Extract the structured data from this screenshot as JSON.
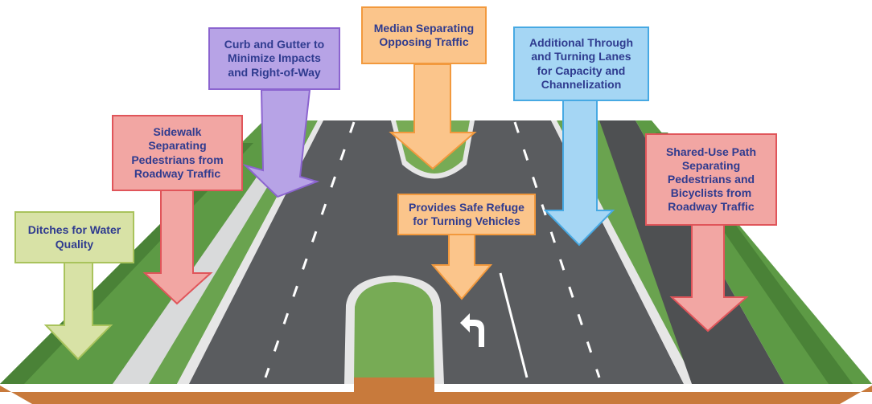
{
  "callouts": {
    "ditches": "Ditches for Water\nQuality",
    "sidewalk": "Sidewalk\nSeparating\nPedestrians from\nRoadway Traffic",
    "curb": "Curb and Gutter to\nMinimize Impacts\nand Right-of-Way",
    "median": "Median Separating\nOpposing Traffic",
    "refuge": "Provides Safe Refuge\nfor Turning Vehicles",
    "lanes": "Additional Through\nand Turning Lanes\nfor Capacity and\nChannelization",
    "path": "Shared-Use Path\nSeparating\nPedestrians and\nBicyclists from\nRoadway Traffic"
  },
  "colors": {
    "green": "#d8e2a6",
    "red": "#f2a6a3",
    "purple": "#b7a3e6",
    "orange": "#fbc58b",
    "blue": "#a5d6f4",
    "text": "#2f3b8f"
  },
  "icons": [
    "turn-left-arrow-icon"
  ]
}
